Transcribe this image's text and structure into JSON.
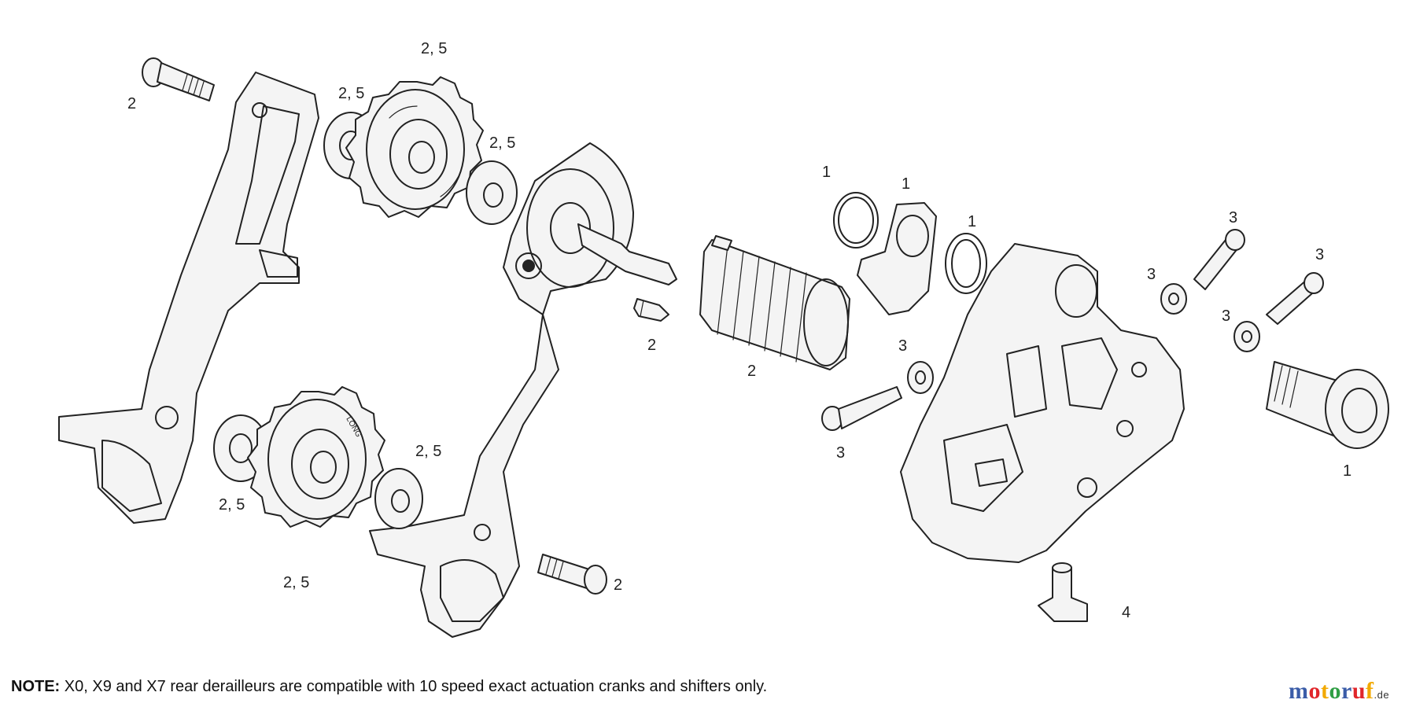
{
  "diagram": {
    "callouts": [
      {
        "id": "c1",
        "text": "2, 5"
      },
      {
        "id": "c2",
        "text": "2"
      },
      {
        "id": "c3",
        "text": "2, 5"
      },
      {
        "id": "c4",
        "text": "2, 5"
      },
      {
        "id": "c5",
        "text": "1"
      },
      {
        "id": "c6",
        "text": "1"
      },
      {
        "id": "c7",
        "text": "1"
      },
      {
        "id": "c8",
        "text": "3"
      },
      {
        "id": "c9",
        "text": "3"
      },
      {
        "id": "c10",
        "text": "3"
      },
      {
        "id": "c11",
        "text": "3"
      },
      {
        "id": "c12",
        "text": "2"
      },
      {
        "id": "c13",
        "text": "2"
      },
      {
        "id": "c14",
        "text": "3"
      },
      {
        "id": "c15",
        "text": "3"
      },
      {
        "id": "c16",
        "text": "1"
      },
      {
        "id": "c17",
        "text": "2, 5"
      },
      {
        "id": "c18",
        "text": "2, 5"
      },
      {
        "id": "c19",
        "text": "2, 5"
      },
      {
        "id": "c20",
        "text": "2"
      },
      {
        "id": "c21",
        "text": "4"
      }
    ],
    "pulley_marking": "LONG"
  },
  "footer": {
    "note_label": "NOTE:",
    "note_text": " X0, X9 and X7 rear derailleurs are compatible with 10 speed exact actuation cranks and shifters only."
  },
  "logo": {
    "letters": [
      {
        "char": "m",
        "color": "#3a5ca8"
      },
      {
        "char": "o",
        "color": "#e0262b"
      },
      {
        "char": "t",
        "color": "#f2a900"
      },
      {
        "char": "o",
        "color": "#2f9e44"
      },
      {
        "char": "r",
        "color": "#3a5ca8"
      },
      {
        "char": "u",
        "color": "#e0262b"
      },
      {
        "char": "f",
        "color": "#f2a900"
      }
    ],
    "tld": ".de"
  }
}
